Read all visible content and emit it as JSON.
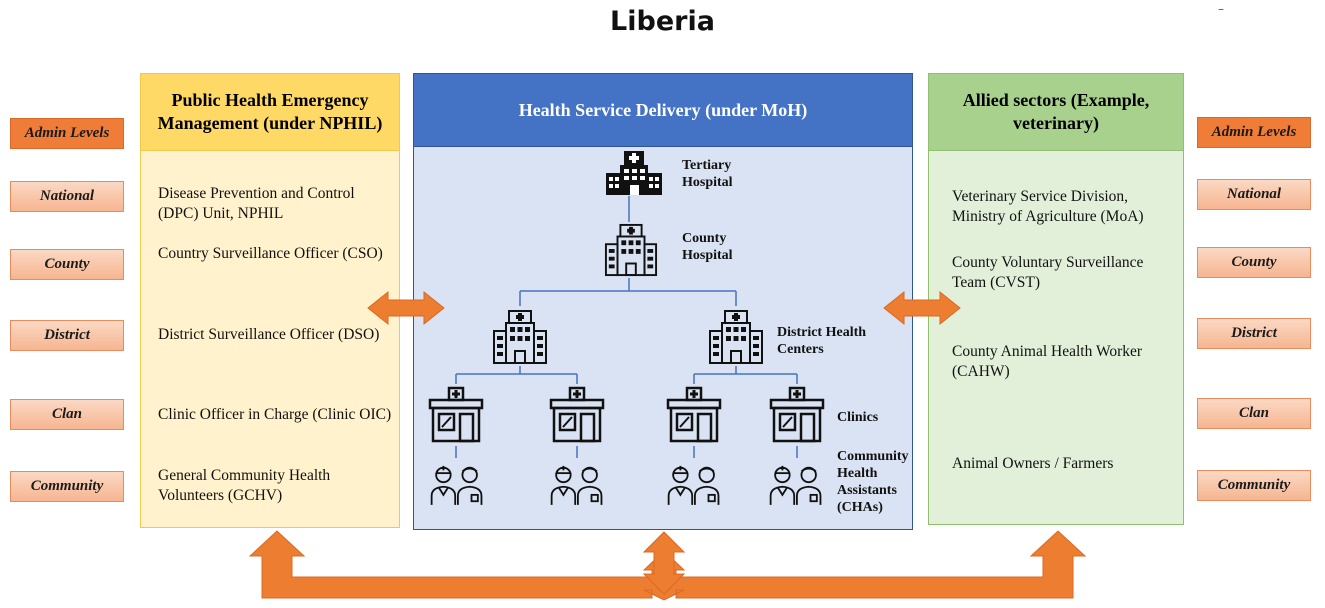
{
  "title": "Liberia",
  "corner_mark": "–",
  "admin_levels": {
    "header": "Admin Levels",
    "levels": [
      "National",
      "County",
      "District",
      "Clan",
      "Community"
    ]
  },
  "columns": {
    "left": {
      "heading": "Public Health Emergency Management (under NPHIL)",
      "items": [
        "Disease Prevention and Control (DPC) Unit, NPHIL",
        "Country Surveillance Officer (CSO)",
        "District Surveillance Officer (DSO)",
        "Clinic Officer in Charge (Clinic OIC)",
        "General Community Health Volunteers (GCHV)"
      ]
    },
    "center": {
      "heading": "Health Service Delivery (under MoH)",
      "nodes": {
        "tertiary": "Tertiary Hospital",
        "county": "County Hospital",
        "district": "District Health Centers",
        "clinics": "Clinics",
        "cha": "Community Health Assistants (CHAs)"
      }
    },
    "right": {
      "heading": "Allied sectors (Example, veterinary)",
      "items": [
        "Veterinary Service Division, Ministry of Agriculture (MoA)",
        "County Voluntary Surveillance Team (CVST)",
        "County Animal Health Worker (CAHW)",
        "Animal Owners / Farmers"
      ]
    }
  },
  "colors": {
    "orange_arrow": "#ed7d31",
    "left_head": "#ffd966",
    "left_body": "#fff2cc",
    "center_head": "#4472c4",
    "center_body": "#dae3f3",
    "right_head": "#a9d18e",
    "right_body": "#e2f0d9",
    "connector": "#4472c4"
  },
  "icons": {
    "tertiary": "hospital-building-icon",
    "county": "hospital-icon",
    "district": "health-center-icon",
    "clinic": "clinic-icon",
    "cha": "health-workers-icon"
  }
}
